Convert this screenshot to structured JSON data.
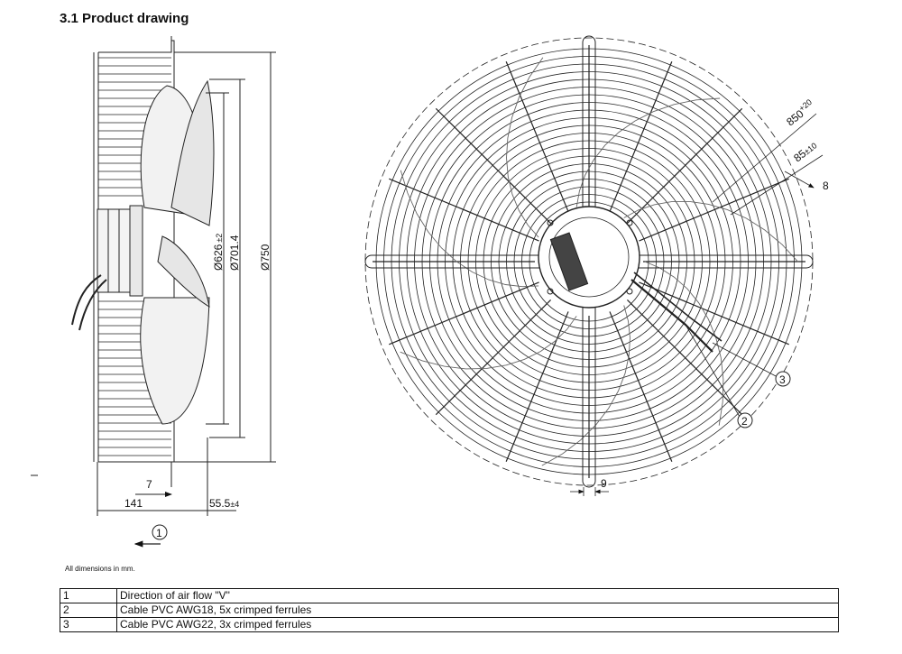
{
  "heading": "3.1 Product drawing",
  "dimensions": {
    "d626": "Ø626",
    "d626_tol": "±2",
    "d701": "Ø701.4",
    "d750": "Ø750",
    "w7": "7",
    "w141": "141",
    "w55": "55.5",
    "w55_tol": "±4",
    "w9": "9",
    "w850": "850",
    "w850_tol": "+20",
    "w85": "85",
    "w85_tol": "±10",
    "w8": "8"
  },
  "callouts": {
    "one": "1",
    "two": "2",
    "three": "3"
  },
  "note": "All dimensions in mm.",
  "legend": [
    {
      "num": "1",
      "text": "Direction of air flow \"V\""
    },
    {
      "num": "2",
      "text": "Cable PVC AWG18, 5x crimped ferrules"
    },
    {
      "num": "3",
      "text": "Cable PVC AWG22, 3x crimped ferrules"
    }
  ]
}
